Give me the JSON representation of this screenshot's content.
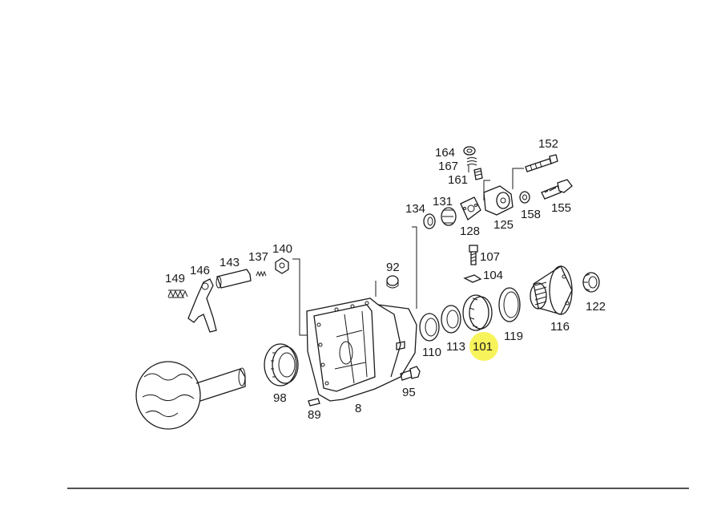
{
  "labels": {
    "p8": "8",
    "p89": "89",
    "p92": "92",
    "p95": "95",
    "p98": "98",
    "p101": "101",
    "p104": "104",
    "p107": "107",
    "p110": "110",
    "p113": "113",
    "p116": "116",
    "p119": "119",
    "p122": "122",
    "p125": "125",
    "p128": "128",
    "p131": "131",
    "p134": "134",
    "p137": "137",
    "p140": "140",
    "p143": "143",
    "p146": "146",
    "p149": "149",
    "p152": "152",
    "p155": "155",
    "p158": "158",
    "p161": "161",
    "p164": "164",
    "p167": "167"
  },
  "highlight": {
    "part": "101",
    "color": "#f7f35a"
  },
  "colors": {
    "line": "#1a1a1a",
    "background": "#ffffff"
  }
}
